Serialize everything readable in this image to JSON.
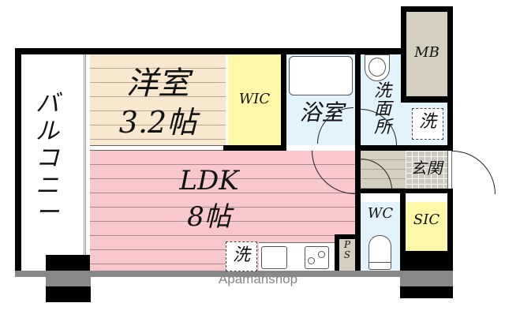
{
  "floorplan": {
    "rooms": {
      "western_room": {
        "name": "洋室",
        "size": "3.2帖"
      },
      "wic": {
        "name": "WIC"
      },
      "bathroom": {
        "name": "浴室"
      },
      "washroom": {
        "name": "洗\n面\n所"
      },
      "mb": {
        "name": "MB"
      },
      "washer_upper": {
        "name": "洗"
      },
      "ldk": {
        "name": "LDK",
        "size": "8帖"
      },
      "washer_lower": {
        "name": "洗"
      },
      "ps": {
        "name": "P\nS"
      },
      "wc": {
        "name": "WC"
      },
      "sic": {
        "name": "SIC"
      },
      "entrance": {
        "name": "玄関"
      },
      "balcony": {
        "name": "バ\nル\nコ\nニ\nー"
      }
    },
    "watermark": "Apamanshop",
    "colors": {
      "western_room": "#f8e8cf",
      "wic": "#fdf9a8",
      "wet_area": "#e3f3fb",
      "mb": "#d5cfbf",
      "ldk": "#f9c8cc",
      "sic": "#fdf9a8",
      "entrance_tiles": "#cfcac0",
      "wall": "#000000",
      "outer_wall_grey": "#888888"
    }
  }
}
